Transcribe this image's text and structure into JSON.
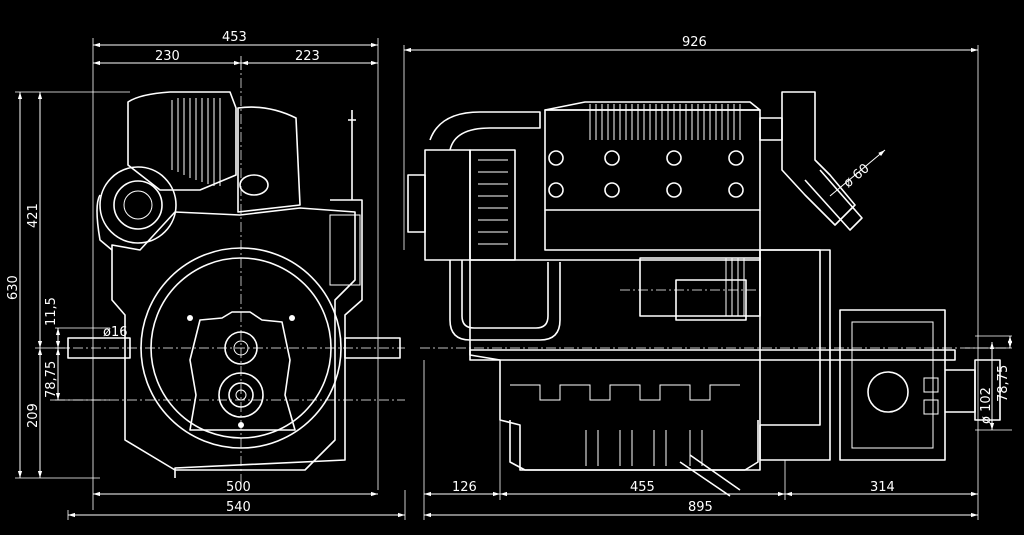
{
  "dimensions": {
    "front_total_width": "453",
    "front_left_half": "230",
    "front_right_half": "223",
    "total_height": "630",
    "upper_height": "421",
    "crank_offset": "11,5",
    "shaft_diameter_small": "ø16",
    "lower_offset": "78,75",
    "lower_height": "209",
    "base_width_inner": "500",
    "base_width_outer": "540",
    "side_total_length": "926",
    "exhaust_diameter": "ø 60",
    "flange_height": "78,75",
    "flange_diameter": "ø 102",
    "side_front_segment": "126",
    "side_middle_segment": "455",
    "side_rear_segment": "314",
    "side_base_length": "895"
  }
}
